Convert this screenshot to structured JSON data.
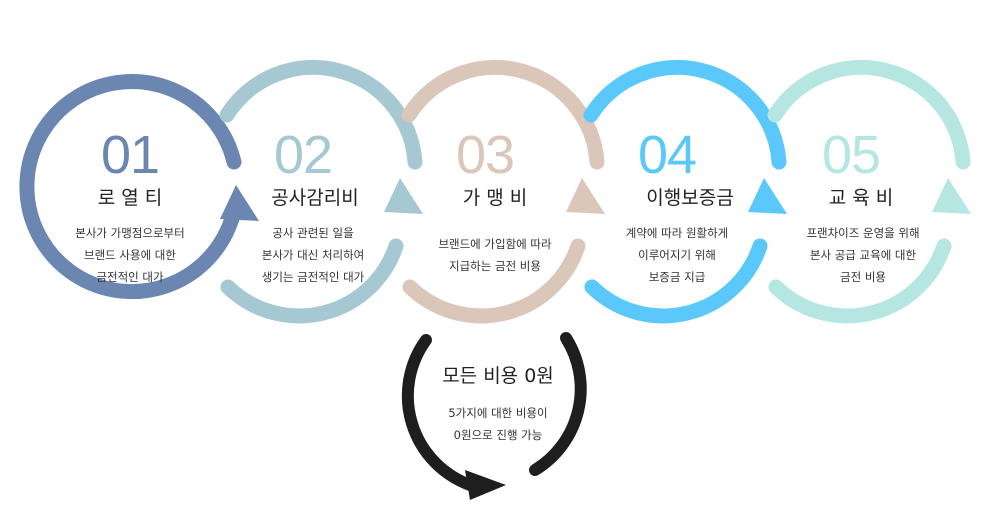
{
  "steps": [
    {
      "number": "01",
      "title": "로 열 티",
      "lines": [
        "본사가 가맹점으로부터",
        "브랜드 사용에 대한",
        "금전적인 대가"
      ],
      "color": "#6a86b1"
    },
    {
      "number": "02",
      "title": "공사감리비",
      "lines": [
        "공사 관련된 일을",
        "본사가 대신 처리하여",
        "생기는 금전적인 대가"
      ],
      "color": "#a5c8d3"
    },
    {
      "number": "03",
      "title": "가 맹 비",
      "lines": [
        "브랜드에 가입함에 따라",
        "지급하는 금전 비용"
      ],
      "color": "#dbc7ba"
    },
    {
      "number": "04",
      "title": "이행보증금",
      "lines": [
        "계약에 따라 원활하게",
        "이루어지기 위해",
        "보증금 지급"
      ],
      "color": "#5bc8fb"
    },
    {
      "number": "05",
      "title": "교 육 비",
      "lines": [
        "프랜차이즈 운영을 위해",
        "본사 공급 교육에 대한",
        "금전 비용"
      ],
      "color": "#b5e6e2"
    }
  ],
  "summary": {
    "title": "모든 비용 0원",
    "lines": [
      "5가지에 대한 비용이",
      "0원으로 진행 가능"
    ],
    "color": "#1e1e1e"
  }
}
